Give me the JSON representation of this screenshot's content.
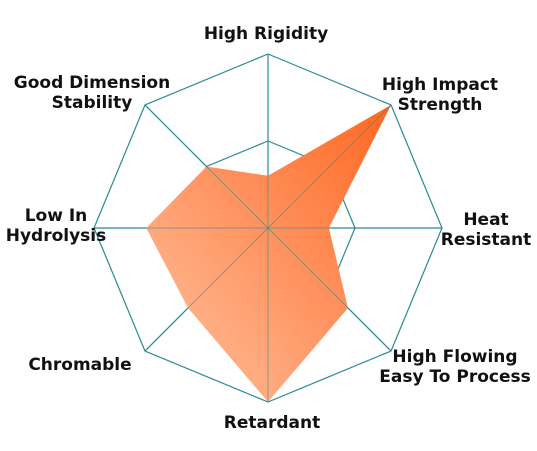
{
  "chart_data": {
    "type": "radar",
    "title": "",
    "axes": [
      {
        "label_lines": [
          "High Rigidity"
        ],
        "value": 0.3
      },
      {
        "label_lines": [
          "High Impact",
          "Strength"
        ],
        "value": 1.0
      },
      {
        "label_lines": [
          "Heat",
          "Resistant"
        ],
        "value": 0.35
      },
      {
        "label_lines": [
          "High Flowing",
          "Easy To Process"
        ],
        "value": 0.65
      },
      {
        "label_lines": [
          "Retardant"
        ],
        "value": 1.0
      },
      {
        "label_lines": [
          "Chromable"
        ],
        "value": 0.65
      },
      {
        "label_lines": [
          "Low In",
          "Hydrolysis"
        ],
        "value": 0.7
      },
      {
        "label_lines": [
          "Good Dimension",
          "Stability"
        ],
        "value": 0.5
      }
    ],
    "rings": 2,
    "range": [
      0,
      1
    ],
    "grid_color": "#2a8a96",
    "fill_gradient": [
      "#ff6620",
      "#ffc4a4"
    ]
  }
}
